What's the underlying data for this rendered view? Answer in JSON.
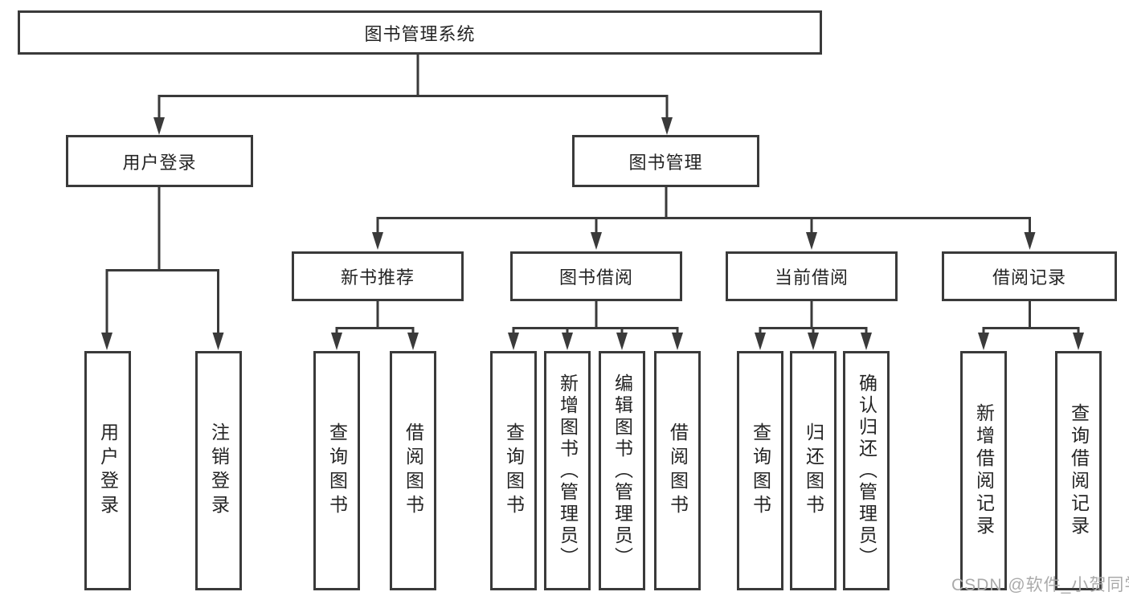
{
  "diagram_type": "hierarchy-tree",
  "colors": {
    "line": "#3a3a3a",
    "box_border": "#3a3a3a",
    "text": "#242424",
    "background": "#ffffff",
    "watermark": "#aaaaaa"
  },
  "watermark": {
    "text": "CSDN @软件_小贺同学"
  },
  "tree": {
    "label": "图书管理系统",
    "children": [
      {
        "label": "用户登录",
        "children": [
          {
            "label": "用户登录"
          },
          {
            "label": "注销登录"
          }
        ]
      },
      {
        "label": "图书管理",
        "children": [
          {
            "label": "新书推荐",
            "children": [
              {
                "label": "查询图书"
              },
              {
                "label": "借阅图书"
              }
            ]
          },
          {
            "label": "图书借阅",
            "children": [
              {
                "label": "查询图书"
              },
              {
                "label": "新增图书（管理员）"
              },
              {
                "label": "编辑图书（管理员）"
              },
              {
                "label": "借阅图书"
              }
            ]
          },
          {
            "label": "当前借阅",
            "children": [
              {
                "label": "查询图书"
              },
              {
                "label": "归还图书"
              },
              {
                "label": "确认归还（管理员）"
              }
            ]
          },
          {
            "label": "借阅记录",
            "children": [
              {
                "label": "新增借阅记录"
              },
              {
                "label": "查询借阅记录"
              }
            ]
          }
        ]
      }
    ]
  }
}
